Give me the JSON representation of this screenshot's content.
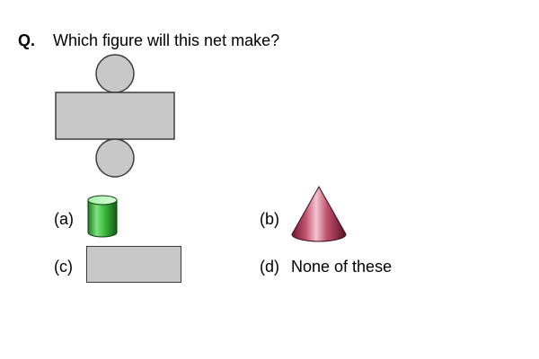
{
  "question": {
    "label": "Q.",
    "text": "Which figure will this net make?"
  },
  "options": {
    "a": {
      "label": "(a)"
    },
    "b": {
      "label": "(b)"
    },
    "c": {
      "label": "(c)"
    },
    "d": {
      "label": "(d)",
      "text": "None of these"
    }
  },
  "colors": {
    "net_fill": "#c8c8c8",
    "outline": "#3c3c3c",
    "cylinder_green": "#3fbf3f",
    "cone_pink": "#c0506e"
  }
}
